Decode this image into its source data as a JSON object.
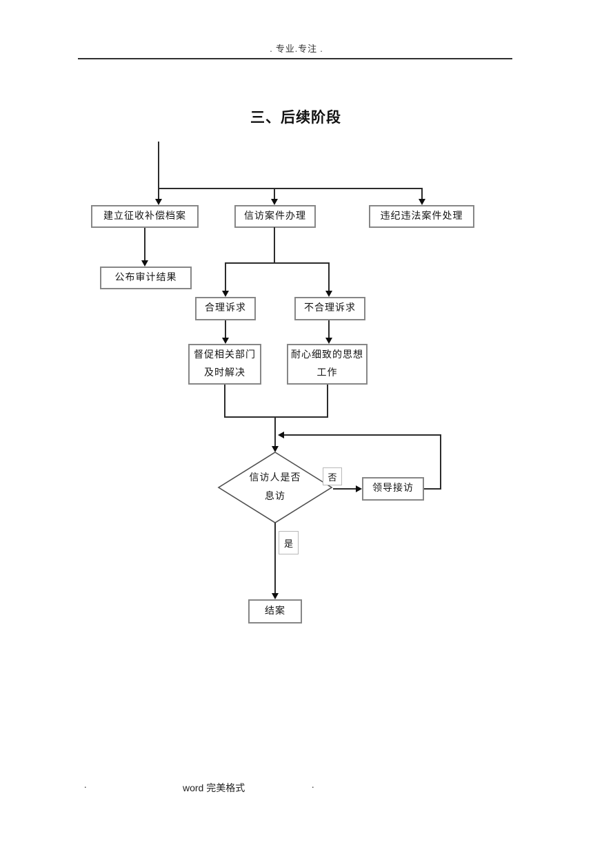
{
  "header": {
    "text": ". 专业.专注  ."
  },
  "title": "三、后续阶段",
  "flowchart": {
    "archive": "建立征收补偿档案",
    "petition": "信访案件办理",
    "violation": "违纪违法案件处理",
    "audit": "公布审计结果",
    "reasonable": "合理诉求",
    "unreasonable": "不合理诉求",
    "urge": [
      "督促相关部门",
      "及时解决"
    ],
    "patient": [
      "耐心细致的思想",
      "工作"
    ],
    "decision": [
      "信访人是否",
      "息访"
    ],
    "no_label": "否",
    "leader": "领导接访",
    "yes_label": "是",
    "close": "结案"
  },
  "footer": {
    "left_dot": ".",
    "text": "word 完美格式",
    "right_dot": "."
  }
}
